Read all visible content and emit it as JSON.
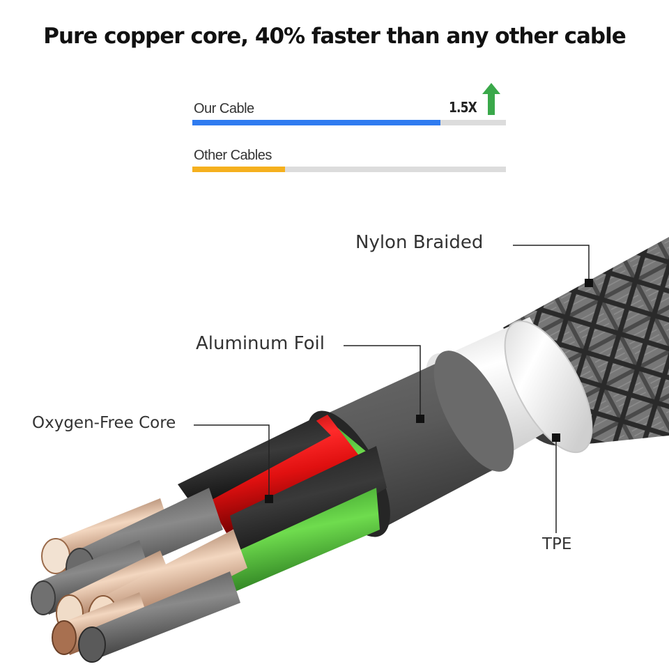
{
  "headline": "Pure copper core, 40% faster than any other cable",
  "comparison": {
    "ours": {
      "label": "Our Cable",
      "multiplier": "1.5X",
      "fill_fraction": 0.79,
      "color": "#2f7bf0"
    },
    "others": {
      "label": "Other Cables",
      "fill_fraction": 0.295,
      "color": "#f5b01e"
    },
    "track_color": "#dcdcdc",
    "arrow_color": "#3aa84a"
  },
  "callouts": {
    "nylon": "Nylon Braided",
    "foil": "Aluminum Foil",
    "core": "Oxygen-Free Core",
    "tpe": "TPE"
  },
  "icons": {
    "arrow": "up-arrow-icon",
    "marker": "square-marker-icon"
  }
}
